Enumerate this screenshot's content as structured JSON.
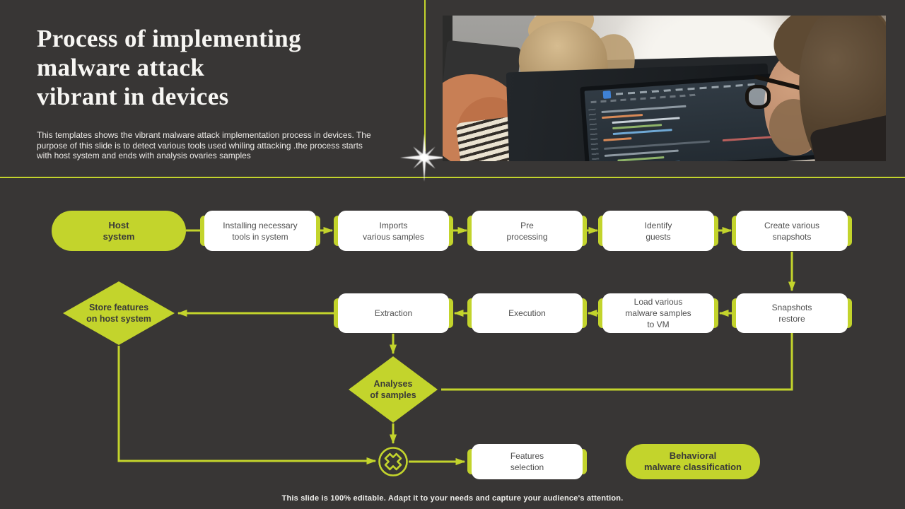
{
  "slide": {
    "background_color": "#383635",
    "accent_color": "#c3d42c",
    "title": "Process of implementing\nmalware attack\nvibrant in  devices",
    "subtitle": "This templates shows the vibrant malware attack implementation process in devices. The purpose of this slide is to detect various tools used whiling attacking .the process starts with host system and ends with analysis ovaries samples",
    "footer": "This slide is 100% editable. Adapt it to your needs and capture your audience's attention."
  },
  "flowchart": {
    "nodes": {
      "host_system": "Host\nsystem",
      "installing_tools": "Installing necessary\ntools in system",
      "imports_samples": "Imports\nvarious  samples",
      "pre_processing": "Pre\nprocessing",
      "identify_guests": "Identify\nguests",
      "create_snapshots": "Create various\nsnapshots",
      "store_features": "Store features\non host system",
      "extraction": "Extraction",
      "execution": "Execution",
      "load_vm": "Load various\nmalware  samples\nto VM",
      "snapshots_restore": "Snapshots\nrestore",
      "analyses_samples": "Analyses\nof samples",
      "features_selection": "Features\nselection",
      "behavioral_classification": "Behavioral\nmalware classification"
    }
  }
}
